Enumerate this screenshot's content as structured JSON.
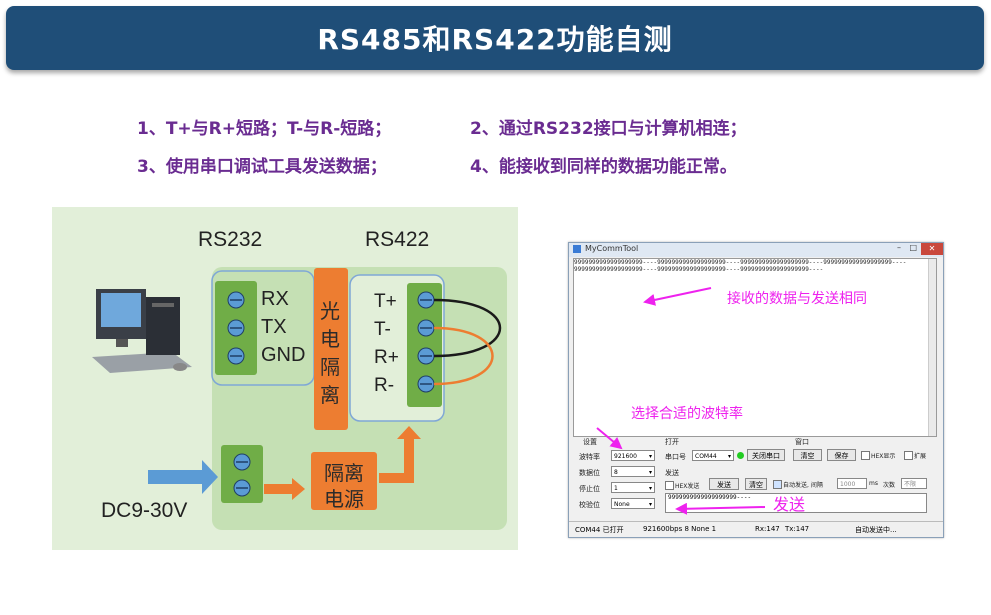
{
  "title": "RS485和RS422功能自测",
  "notes": [
    "1、T+与R+短路；T-与R-短路；",
    "2、通过RS232接口与计算机相连；",
    "3、使用串口调试工具发送数据；",
    "4、能接收到同样的数据功能正常。"
  ],
  "diagram": {
    "rs232_label": "RS232",
    "rs422_label": "RS422",
    "rs232_pins": [
      "RX",
      "TX",
      "GND"
    ],
    "rs422_pins": [
      "T+",
      "T-",
      "R+",
      "R-"
    ],
    "isolation_chars": [
      "光",
      "电",
      "隔",
      "离"
    ],
    "power_chars": [
      "隔离",
      "电源"
    ],
    "power_input": "DC9-30V",
    "colors": {
      "background": "#e2efd9",
      "terminal": "#70ad47",
      "isolation": "#ed7d31",
      "arrow_blue": "#5b9bd5",
      "wire_orange": "#ed7d31",
      "wire_black": "#1a1a1a"
    }
  },
  "screenshot": {
    "window_title": "MyCommTool",
    "received_lines": [
      "9999999999999999999----9999999999999999999----9999999999999999999----9999999999999999999----",
      "9999999999999999999----9999999999999999999----9999999999999999999----"
    ],
    "settings_header": "设置",
    "open_header": "打开",
    "window_header": "窗口",
    "send_header": "发送",
    "baud_label": "波特率",
    "baud_value": "921600",
    "databits_label": "数据位",
    "databits_value": "8",
    "stopbits_label": "停止位",
    "stopbits_value": "1",
    "parity_label": "校验位",
    "parity_value": "None",
    "port_label": "串口号",
    "port_value": "COM44",
    "close_port_button": "关闭串口",
    "clear_button": "清空",
    "save_button": "保存",
    "hex_display_label": "HEX显示",
    "expand_label": "扩展",
    "hex_send_label": "HEX发送",
    "send_button": "发送",
    "clear_send_button": "清空",
    "auto_send_label": "自动发送, 间隔",
    "interval_value": "1000",
    "interval_unit": "ms",
    "times_label": "次数",
    "times_value": "不限",
    "send_text": "9999999999999999999----",
    "status_port": "COM44 已打开",
    "status_config": "921600bps  8  None  1",
    "status_rx": "Rx:147",
    "status_tx": "Tx:147",
    "status_auto": "自动发送中...",
    "annotations": {
      "received_same": "接收的数据与发送相同",
      "choose_baud": "选择合适的波特率",
      "send": "发送"
    },
    "colors": {
      "annotation": "#ee22ee",
      "status_led": "#22cc22"
    }
  }
}
